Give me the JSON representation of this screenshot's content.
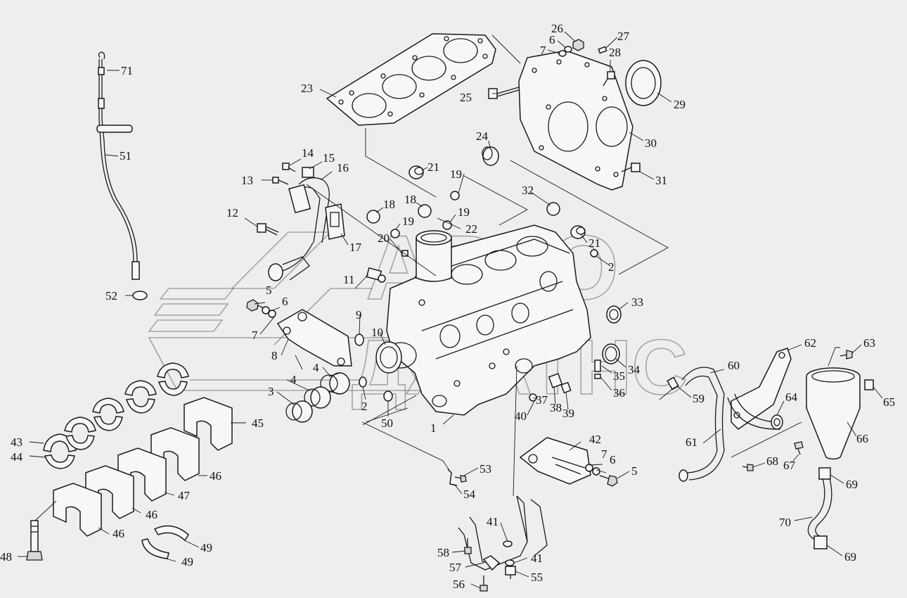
{
  "watermark": {
    "line1": "АВТО",
    "line2": "ДЖАТНС"
  },
  "callouts": [
    {
      "id": "c1",
      "n": "1"
    },
    {
      "id": "c2a",
      "n": "2"
    },
    {
      "id": "c2b",
      "n": "2"
    },
    {
      "id": "c3",
      "n": "3"
    },
    {
      "id": "c4a",
      "n": "4"
    },
    {
      "id": "c4b",
      "n": "4"
    },
    {
      "id": "c5a",
      "n": "5"
    },
    {
      "id": "c5b",
      "n": "5"
    },
    {
      "id": "c6a",
      "n": "6"
    },
    {
      "id": "c6b",
      "n": "6"
    },
    {
      "id": "c6c",
      "n": "6"
    },
    {
      "id": "c7a",
      "n": "7"
    },
    {
      "id": "c7b",
      "n": "7"
    },
    {
      "id": "c7c",
      "n": "7"
    },
    {
      "id": "c8",
      "n": "8"
    },
    {
      "id": "c9",
      "n": "9"
    },
    {
      "id": "c10",
      "n": "10"
    },
    {
      "id": "c11",
      "n": "11"
    },
    {
      "id": "c12",
      "n": "12"
    },
    {
      "id": "c13",
      "n": "13"
    },
    {
      "id": "c14",
      "n": "14"
    },
    {
      "id": "c15",
      "n": "15"
    },
    {
      "id": "c16",
      "n": "16"
    },
    {
      "id": "c17",
      "n": "17"
    },
    {
      "id": "c18a",
      "n": "18"
    },
    {
      "id": "c18b",
      "n": "18"
    },
    {
      "id": "c19a",
      "n": "19"
    },
    {
      "id": "c19b",
      "n": "19"
    },
    {
      "id": "c19c",
      "n": "19"
    },
    {
      "id": "c20",
      "n": "20"
    },
    {
      "id": "c21a",
      "n": "21"
    },
    {
      "id": "c21b",
      "n": "21"
    },
    {
      "id": "c22",
      "n": "22"
    },
    {
      "id": "c23",
      "n": "23"
    },
    {
      "id": "c24",
      "n": "24"
    },
    {
      "id": "c25",
      "n": "25"
    },
    {
      "id": "c26",
      "n": "26"
    },
    {
      "id": "c27",
      "n": "27"
    },
    {
      "id": "c28",
      "n": "28"
    },
    {
      "id": "c29",
      "n": "29"
    },
    {
      "id": "c30",
      "n": "30"
    },
    {
      "id": "c31",
      "n": "31"
    },
    {
      "id": "c32",
      "n": "32"
    },
    {
      "id": "c33",
      "n": "33"
    },
    {
      "id": "c34",
      "n": "34"
    },
    {
      "id": "c35",
      "n": "35"
    },
    {
      "id": "c36",
      "n": "36"
    },
    {
      "id": "c37",
      "n": "37"
    },
    {
      "id": "c38",
      "n": "38"
    },
    {
      "id": "c39",
      "n": "39"
    },
    {
      "id": "c40",
      "n": "40"
    },
    {
      "id": "c41a",
      "n": "41"
    },
    {
      "id": "c41b",
      "n": "41"
    },
    {
      "id": "c42",
      "n": "42"
    },
    {
      "id": "c43",
      "n": "43"
    },
    {
      "id": "c44",
      "n": "44"
    },
    {
      "id": "c45",
      "n": "45"
    },
    {
      "id": "c46a",
      "n": "46"
    },
    {
      "id": "c46b",
      "n": "46"
    },
    {
      "id": "c46c",
      "n": "46"
    },
    {
      "id": "c47",
      "n": "47"
    },
    {
      "id": "c48",
      "n": "48"
    },
    {
      "id": "c49a",
      "n": "49"
    },
    {
      "id": "c49b",
      "n": "49"
    },
    {
      "id": "c50",
      "n": "50"
    },
    {
      "id": "c51",
      "n": "51"
    },
    {
      "id": "c52",
      "n": "52"
    },
    {
      "id": "c53",
      "n": "53"
    },
    {
      "id": "c54",
      "n": "54"
    },
    {
      "id": "c55",
      "n": "55"
    },
    {
      "id": "c56",
      "n": "56"
    },
    {
      "id": "c57",
      "n": "57"
    },
    {
      "id": "c58",
      "n": "58"
    },
    {
      "id": "c59",
      "n": "59"
    },
    {
      "id": "c60",
      "n": "60"
    },
    {
      "id": "c61",
      "n": "61"
    },
    {
      "id": "c62",
      "n": "62"
    },
    {
      "id": "c63",
      "n": "63"
    },
    {
      "id": "c64",
      "n": "64"
    },
    {
      "id": "c65",
      "n": "65"
    },
    {
      "id": "c66",
      "n": "66"
    },
    {
      "id": "c67",
      "n": "67"
    },
    {
      "id": "c68",
      "n": "68"
    },
    {
      "id": "c69a",
      "n": "69"
    },
    {
      "id": "c69b",
      "n": "69"
    },
    {
      "id": "c70",
      "n": "70"
    },
    {
      "id": "c71",
      "n": "71"
    }
  ]
}
